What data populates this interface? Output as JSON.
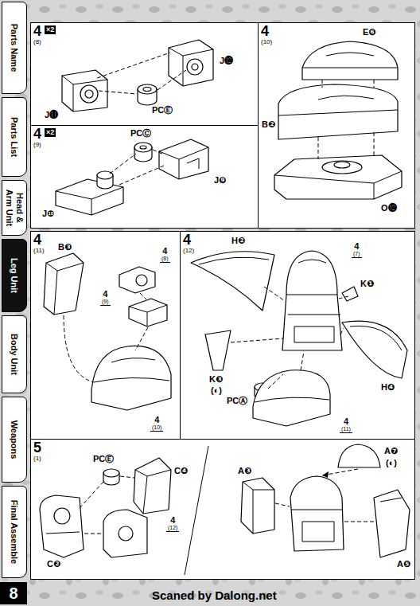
{
  "diagram": {
    "nodes": [
      {
        "text": [
          "Parts Name"
        ]
      },
      {
        "text": [
          "Parts List"
        ]
      },
      {
        "text": [
          "Head & Arm Unit"
        ]
      },
      {
        "text": [
          "Leg Unit"
        ]
      },
      {
        "text": [
          "Body Unit"
        ]
      },
      {
        "text": [
          "Weapons"
        ]
      },
      {
        "text": [
          "Final Assemble"
        ]
      },
      {
        "text": [
          "8"
        ]
      },
      {
        "text": [
          "4",
          "×2",
          "(8)"
        ]
      },
      {
        "text": [
          "4",
          "×2",
          "(9)"
        ]
      },
      {
        "text": [
          "4",
          "(10)"
        ]
      },
      {
        "text": [
          "4",
          "(11)"
        ]
      },
      {
        "text": [
          "4",
          "(8)"
        ],
        "in": 11
      },
      {
        "text": [
          "4",
          "(9)"
        ],
        "in": 11
      },
      {
        "text": [
          "4",
          "(10)"
        ],
        "in": 11
      },
      {
        "text": [
          "4",
          "(12)"
        ]
      },
      {
        "text": [
          "4",
          "(7)"
        ],
        "in": 15
      },
      {
        "text": [
          "4",
          "(11)"
        ],
        "in": 15
      },
      {
        "text": [
          "5",
          "(1)"
        ]
      },
      {
        "text": [
          "4",
          "(12)"
        ],
        "in": 18
      }
    ],
    "labels": [
      "J⓫",
      "J⓬",
      "PCⒺ",
      "PCⒸ",
      "J❾",
      "J❿",
      "E❻",
      "B❷",
      "O⓬",
      "B❸",
      "H❷",
      "K❶",
      "K❸",
      "(◐)",
      "PCⒶ",
      "H❹",
      "PCⒺ",
      "C❹",
      "C❷",
      "A❸",
      "A❼",
      "(◐)",
      "A❺",
      "Scaned by Dalong.net"
    ]
  }
}
